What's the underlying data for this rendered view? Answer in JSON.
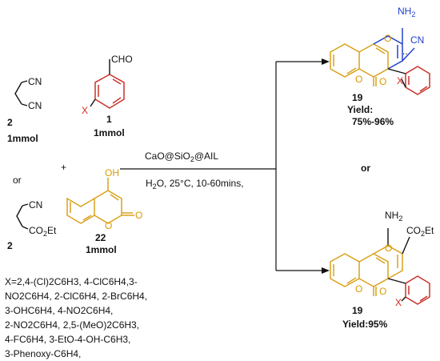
{
  "reactants": {
    "malononitrile": {
      "atom_cn_top": "CN",
      "atom_cn_bottom": "CN",
      "number": "2",
      "amount": "1mmol"
    },
    "aldehyde": {
      "group": "CHO",
      "substituent": "X",
      "number": "1",
      "amount": "1mmol"
    },
    "plus": "+",
    "or_text": "or",
    "cyanoacetate": {
      "atom_cn": "CN",
      "ester_prefix": "CO",
      "ester_sub": "2",
      "ester_suffix": "Et",
      "number": "2"
    },
    "hydroxycoumarin": {
      "oh": "OH",
      "ring_o": "O",
      "carbonyl_o": "O",
      "number": "22",
      "amount": "1mmol"
    }
  },
  "conditions": {
    "catalyst": "CaO@SiO",
    "catalyst_sub1": "2",
    "catalyst_suffix": "@AIL",
    "solvent": "H",
    "solvent_sub": "2",
    "solvent_rest": "O, 25°C, 10-60mins,"
  },
  "x_substituents": [
    "X=2,4-(Cl)2C6H3, 4-ClC6H4,3-",
    "NO2C6H4, 2-ClC6H4, 2-BrC6H4,",
    "3-OHC6H4, 4-NO2C6H4,",
    "2-NO2C6H4, 2,5-(MeO)2C6H3,",
    "4-FC6H4, 3-EtO-4-OH-C6H3,",
    "3-Phenoxy-C6H4,"
  ],
  "product_top": {
    "nh2": "NH",
    "nh2_sub": "2",
    "cn": "CN",
    "dots": "..",
    "pyran_o": "O",
    "lactone_o": "O",
    "carbonyl_o": "O",
    "substituent": "X",
    "number": "19",
    "yield_label": "Yield:",
    "yield_value": "75%-96%"
  },
  "or_between": "or",
  "product_bottom": {
    "nh2": "NH",
    "nh2_sub": "2",
    "ester_prefix": "CO",
    "ester_sub": "2",
    "ester_suffix": "Et",
    "pyran_o": "O",
    "lactone_o": "O",
    "carbonyl_o": "O",
    "substituent": "X",
    "number": "19",
    "yield": "Yield:95%"
  }
}
